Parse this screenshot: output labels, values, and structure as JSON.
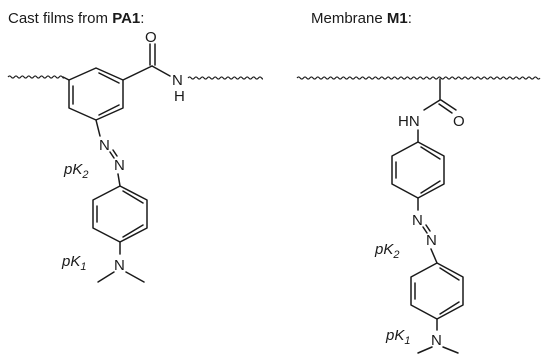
{
  "left_panel": {
    "heading_prefix": "Cast films from ",
    "heading_bold": "PA1",
    "heading_suffix": ":",
    "atoms": {
      "carbonyl_o": "O",
      "amide_n": "N",
      "amide_h": "H",
      "azo_n1": "N",
      "azo_n2": "N",
      "amine_n": "N"
    },
    "pk2": {
      "base": "pK",
      "sub": "2"
    },
    "pk1": {
      "base": "pK",
      "sub": "1"
    }
  },
  "right_panel": {
    "heading_prefix": "Membrane ",
    "heading_bold": "M1",
    "heading_suffix": ":",
    "atoms": {
      "amide_hn": "HN",
      "carbonyl_o": "O",
      "azo_n1": "N",
      "azo_n2": "N",
      "amine_n": "N"
    },
    "pk2": {
      "base": "pK",
      "sub": "2"
    },
    "pk1": {
      "base": "pK",
      "sub": "1"
    }
  }
}
